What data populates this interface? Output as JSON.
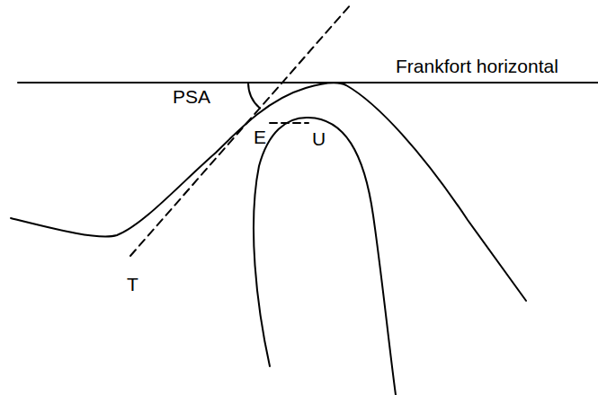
{
  "diagram": {
    "labels": [
      "Frankfort horizontal",
      "PSA",
      "E",
      "U",
      "T"
    ]
  }
}
